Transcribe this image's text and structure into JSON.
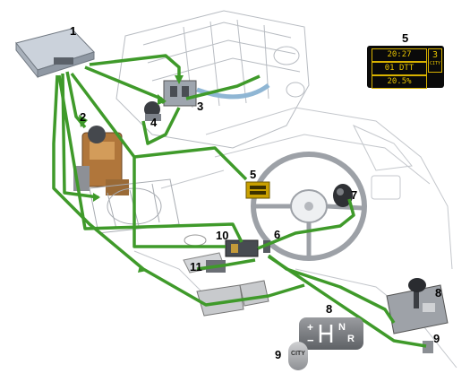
{
  "callouts": {
    "c1": "1",
    "c2": "2",
    "c3": "3",
    "c4": "4",
    "c5_display": "5",
    "c5_dash": "5",
    "c6": "6",
    "c7": "7",
    "c8_lever": "8",
    "c8_selector": "8",
    "c9_pedal": "9",
    "c9_button": "9",
    "c10": "10",
    "c11": "11"
  },
  "display": {
    "time": "20:27",
    "odometer": "01 DTT",
    "temperature": "20.5%",
    "gear_number": "3",
    "gear_mode": "CITY"
  },
  "selector": {
    "plus": "+",
    "minus": "−",
    "neutral": "N",
    "reverse": "R"
  },
  "city_button": {
    "label": "CITY"
  },
  "colors": {
    "wiring": "#3f9a2a",
    "display_bg": "#0a0a0a",
    "display_text": "#e8c400",
    "engine_line": "#9aa0a6"
  }
}
